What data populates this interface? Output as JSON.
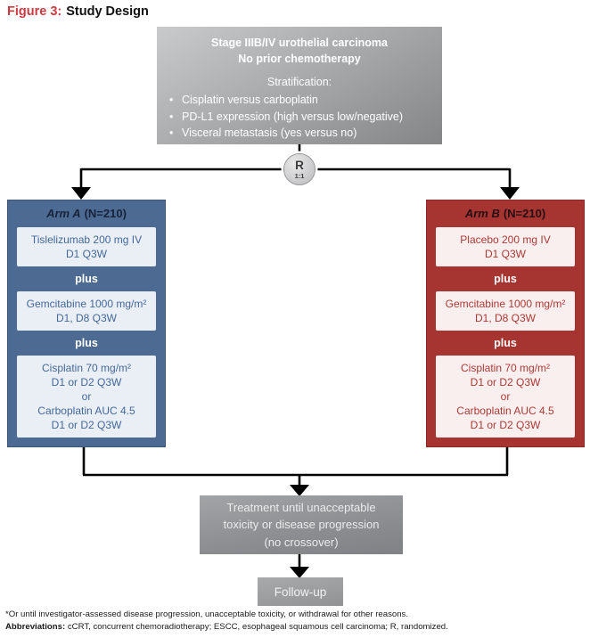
{
  "title": {
    "prefix": "Figure 3:",
    "suffix": "Study Design"
  },
  "top_box": {
    "line1": "Stage IIIB/IV urothelial carcinoma",
    "line2": "No prior chemotherapy",
    "stratification_label": "Stratification:",
    "bullets": [
      "Cisplatin versus carboplatin",
      "PD-L1 expression (high versus low/negative)",
      "Visceral metastasis (yes versus no)"
    ]
  },
  "randomization": {
    "symbol": "R",
    "ratio": "1:1"
  },
  "arms": [
    {
      "name": "Arm A",
      "n_label": "(N=210)",
      "plus_label": "plus",
      "boxes": [
        {
          "lines": [
            "Tislelizumab 200 mg IV",
            "D1 Q3W"
          ]
        },
        {
          "lines": [
            "Gemcitabine 1000 mg/m²",
            "D1, D8 Q3W"
          ]
        },
        {
          "lines": [
            "Cisplatin 70 mg/m²",
            "D1 or D2 Q3W",
            "or",
            "Carboplatin AUC 4.5",
            "D1 or D2 Q3W"
          ]
        }
      ]
    },
    {
      "name": "Arm B",
      "n_label": "(N=210)",
      "plus_label": "plus",
      "boxes": [
        {
          "lines": [
            "Placebo 200 mg IV",
            "D1 Q3W"
          ]
        },
        {
          "lines": [
            "Gemcitabine 1000 mg/m²",
            "D1, D8 Q3W"
          ]
        },
        {
          "lines": [
            "Cisplatin 70 mg/m²",
            "D1 or D2 Q3W",
            "or",
            "Carboplatin AUC 4.5",
            "D1 or D2 Q3W"
          ]
        }
      ]
    }
  ],
  "treatment_box": {
    "line1": "Treatment until unacceptable",
    "line2": "toxicity or disease progression",
    "line3": "(no crossover)"
  },
  "followup_box": {
    "label": "Follow-up"
  },
  "footnotes": {
    "asterisk_note": "*Or until investigator-assessed disease progression, unacceptable toxicity, or withdrawal for other reasons.",
    "abbreviations_label": "Abbreviations:",
    "abbreviations_text": " cCRT, concurrent chemoradiotherapy; ESCC, esophageal squamous cell carcinoma; R, randomized."
  },
  "colors": {
    "figure_accent": "#ce3a3f",
    "arm_a_bg": "#4d6a92",
    "arm_a_box_bg": "#eaeff5",
    "arm_a_text": "#44689a",
    "arm_b_bg": "#a63431",
    "arm_b_box_bg": "#f8efee",
    "arm_b_text": "#ad3936",
    "gray_box_light": "#c9cacc",
    "gray_box_dark": "#838587",
    "connector": "#000000"
  }
}
